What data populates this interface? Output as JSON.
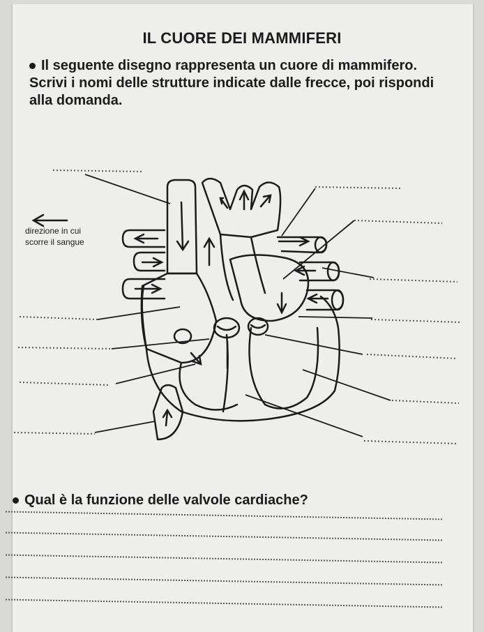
{
  "title": "IL CUORE DEI MAMMIFERI",
  "intro": "Il seguente disegno rappresenta un cuore di mammifero. Scrivi i nomi delle strutture indicate dalle frecce, poi rispondi alla domanda.",
  "diagram": {
    "direction_label_line1": "direzione in cui",
    "direction_label_line2": "scorre il sangue"
  },
  "question": "Qual è la funzione delle valvole cardiache?"
}
